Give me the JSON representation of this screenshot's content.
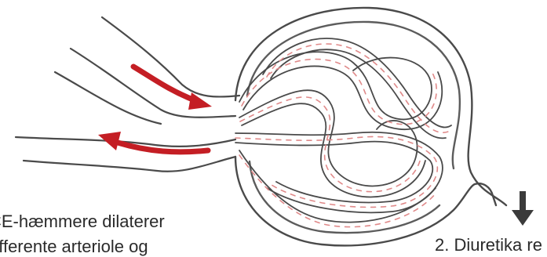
{
  "captions": {
    "left_line1": "CE-hæmmere dilaterer",
    "left_line2": "efferente arteriole og",
    "right": "2. Diuretika re"
  },
  "colors": {
    "flow_arrow": "#c41e24",
    "outflow_arrow": "#3b3b3b",
    "outline": "#4a4a4a",
    "capillary_dash": "#e08a8a",
    "background": "#ffffff"
  },
  "icons": {
    "afferent_arrow": "right-arrow-icon",
    "efferent_arrow": "left-arrow-icon",
    "outflow_arrow": "down-arrow-icon"
  }
}
